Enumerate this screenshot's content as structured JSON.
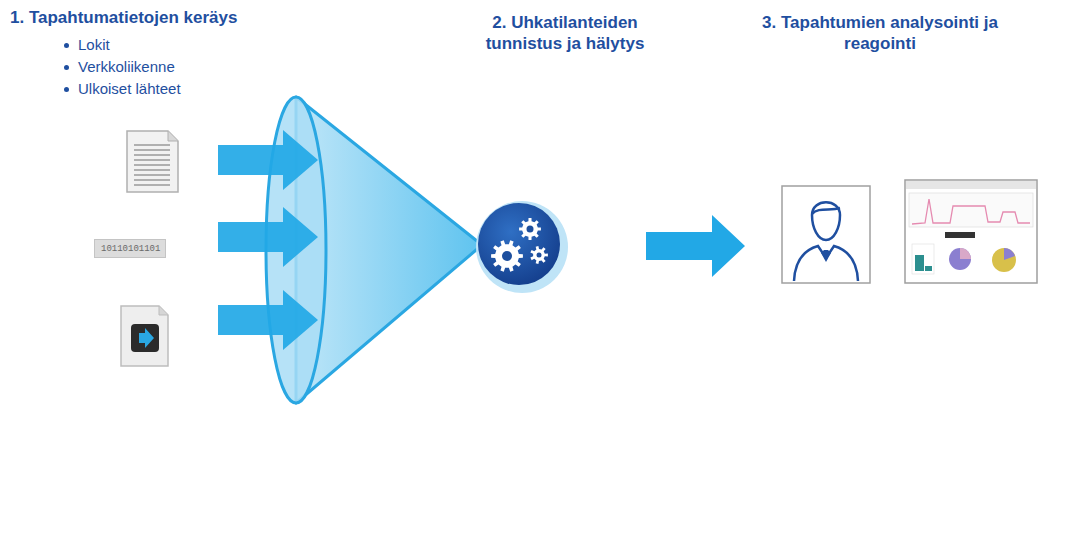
{
  "diagram": {
    "nodes": [
      {
        "text": [
          "10110101101"
        ]
      }
    ],
    "labels": [
      "1. Tapahtumatietojen keräys",
      "Lokit",
      "Verkkoliikenne",
      "Ulkoiset lähteet",
      "2. Uhkatilanteiden tunnistus ja hälytys",
      "3. Tapahtumien analysointi ja reagointi"
    ]
  }
}
